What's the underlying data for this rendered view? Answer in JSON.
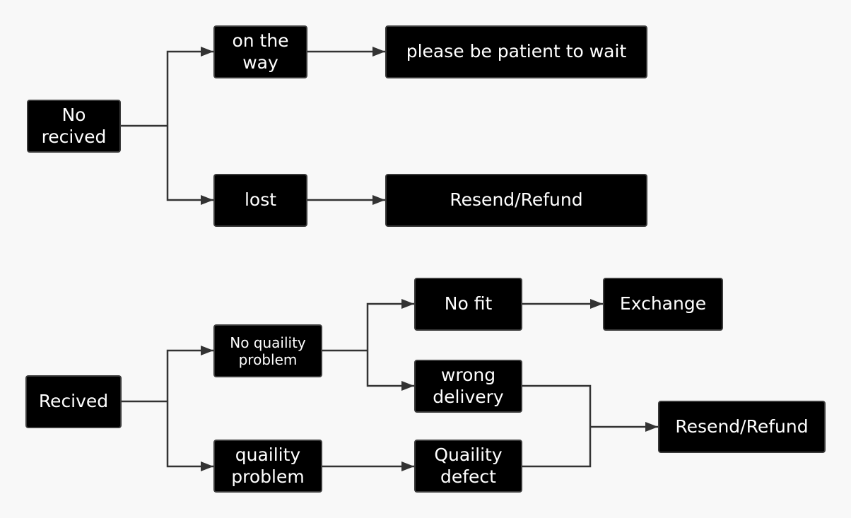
{
  "colors": {
    "background": "#f8f8f8",
    "node_fill": "#000000",
    "node_border": "#3a3a3a",
    "node_text": "#ffffff",
    "connector": "#333333"
  },
  "nodes": {
    "no_recived": "No\nrecived",
    "on_the_way": "on the\nway",
    "be_patient": "please be patient to wait",
    "lost": "lost",
    "resend_refund_1": "Resend/Refund",
    "recived": "Recived",
    "no_quality_problem": "No quaility\nproblem",
    "quality_problem": "quaility\nproblem",
    "no_fit": "No fit",
    "exchange": "Exchange",
    "wrong_delivery": "wrong\ndelivery",
    "quality_defect": "Quaility\ndefect",
    "resend_refund_2": "Resend/Refund"
  }
}
